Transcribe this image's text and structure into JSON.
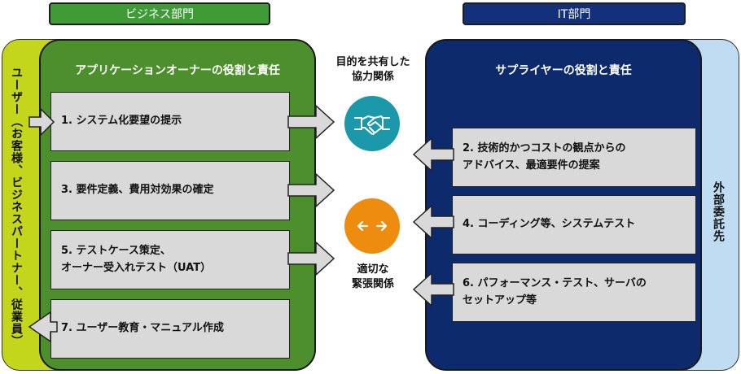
{
  "business_dept": {
    "label": "ビジネス部門",
    "side_label": "ユーザー（お客様、ビジネスパートナー、従業員）",
    "panel_title": "アプリケーションオーナーの役割と責任",
    "tasks": [
      "1. システム化要望の提示",
      "3. 要件定義、費用対効果の確定",
      "5. テストケース策定、\nオーナー受入れテスト（UAT）",
      "7. ユーザー教育・マニュアル作成"
    ]
  },
  "it_dept": {
    "label": "IT部門",
    "side_label": "外部委託先",
    "panel_title": "サプライヤーの役割と責任",
    "tasks": [
      "2. 技術的かつコストの観点からの\nアドバイス、最適要件の提案",
      "4. コーディング等、システムテスト",
      "6. パフォーマンス・テスト、サーバの\nセットアップ等"
    ]
  },
  "center": {
    "top_caption": "目的を共有した\n協力関係",
    "top_icon": "handshake-icon",
    "bottom_caption": "適切な\n緊張関係",
    "bottom_icon": "left-right-arrows-icon"
  },
  "colors": {
    "business_green": "#4c8f2c",
    "dept_label_green": "#3f9b35",
    "user_yellow": "#c4d61c",
    "it_navy": "#0d2a6d",
    "it_label_navy": "#13307a",
    "outsourcer_blue": "#bfdcf2",
    "task_gray": "#d9d9d9",
    "handshake_teal": "#1b98aa",
    "tension_orange": "#ee8c10"
  }
}
